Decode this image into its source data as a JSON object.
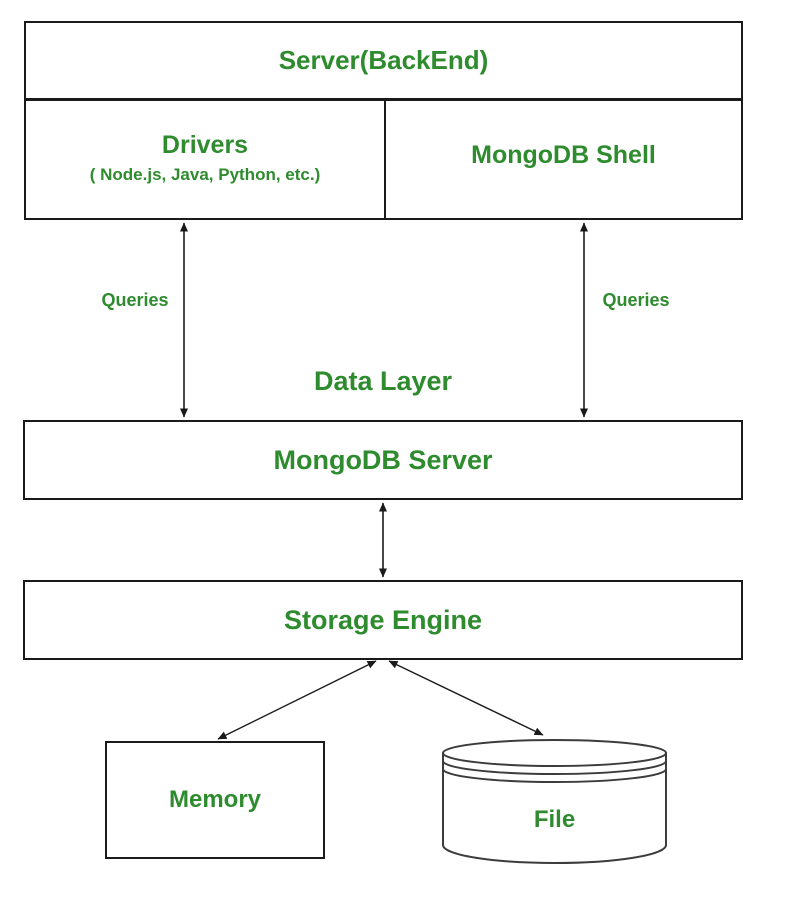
{
  "diagram": {
    "top_row": {
      "server_label": "Server(BackEnd)"
    },
    "client_row": {
      "drivers": {
        "title": "Drivers",
        "subtitle": "( Node.js, Java, Python, etc.)"
      },
      "shell": {
        "title": "MongoDB Shell"
      }
    },
    "middle": {
      "left_edge_label": "Queries",
      "right_edge_label": "Queries",
      "layer_label": "Data Layer"
    },
    "server_box": {
      "label": "MongoDB Server"
    },
    "storage_box": {
      "label": "Storage Engine"
    },
    "bottom_row": {
      "memory": {
        "label": "Memory"
      },
      "file": {
        "label": "File"
      }
    }
  },
  "colors": {
    "label_green": "#2e8b2e",
    "border_black": "#1a1a1a",
    "cylinder_gray": "#3c3c3c",
    "background_white": "#ffffff"
  }
}
